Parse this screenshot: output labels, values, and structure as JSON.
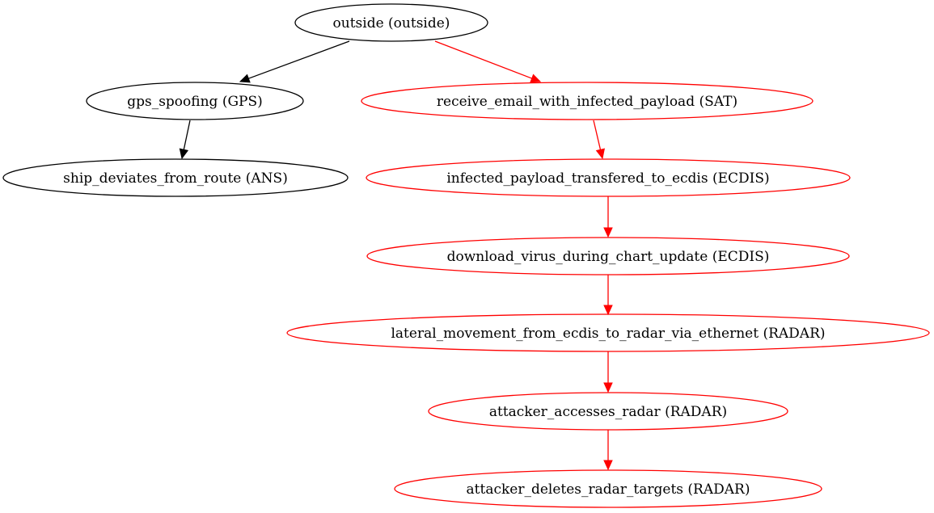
{
  "diagram": {
    "nodes": [
      {
        "id": "outside",
        "label": "outside (outside)",
        "color": "#000000"
      },
      {
        "id": "gps",
        "label": "gps_spoofing (GPS)",
        "color": "#000000"
      },
      {
        "id": "ship",
        "label": "ship_deviates_from_route (ANS)",
        "color": "#000000"
      },
      {
        "id": "email",
        "label": "receive_email_with_infected_payload (SAT)",
        "color": "#ff0000"
      },
      {
        "id": "infected",
        "label": "infected_payload_transfered_to_ecdis (ECDIS)",
        "color": "#ff0000"
      },
      {
        "id": "download",
        "label": "download_virus_during_chart_update (ECDIS)",
        "color": "#ff0000"
      },
      {
        "id": "lateral",
        "label": "lateral_movement_from_ecdis_to_radar_via_ethernet (RADAR)",
        "color": "#ff0000"
      },
      {
        "id": "access",
        "label": "attacker_accesses_radar (RADAR)",
        "color": "#ff0000"
      },
      {
        "id": "deletes",
        "label": "attacker_deletes_radar_targets (RADAR)",
        "color": "#ff0000"
      }
    ],
    "edges": [
      {
        "from": "outside",
        "to": "gps",
        "color": "#000000"
      },
      {
        "from": "gps",
        "to": "ship",
        "color": "#000000"
      },
      {
        "from": "outside",
        "to": "email",
        "color": "#ff0000"
      },
      {
        "from": "email",
        "to": "infected",
        "color": "#ff0000"
      },
      {
        "from": "infected",
        "to": "download",
        "color": "#ff0000"
      },
      {
        "from": "download",
        "to": "lateral",
        "color": "#ff0000"
      },
      {
        "from": "lateral",
        "to": "access",
        "color": "#ff0000"
      },
      {
        "from": "access",
        "to": "deletes",
        "color": "#ff0000"
      }
    ]
  }
}
